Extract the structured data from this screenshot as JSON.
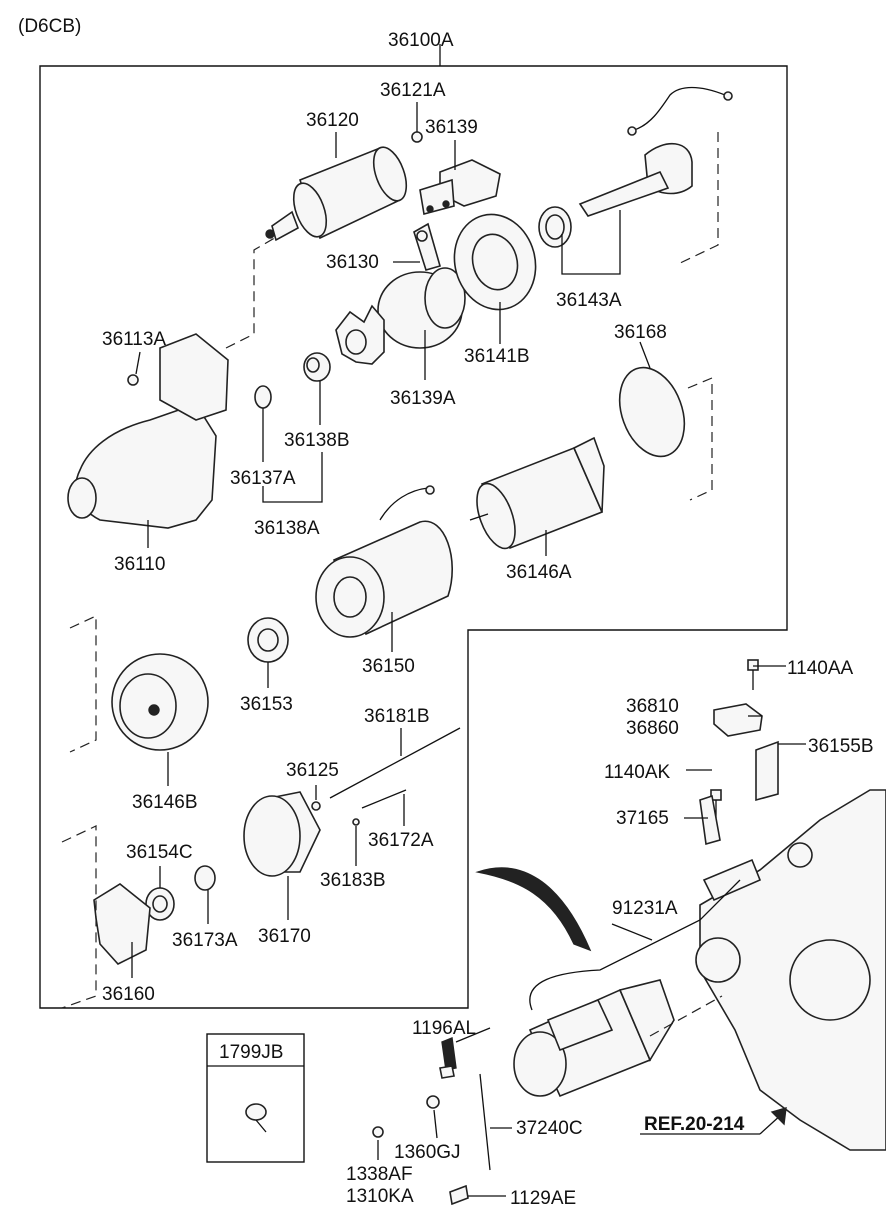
{
  "header": {
    "model_code": "(D6CB)"
  },
  "labels": {
    "p36100A": "36100A",
    "p36121A": "36121A",
    "p36120": "36120",
    "p36139": "36139",
    "p36130": "36130",
    "p36143A": "36143A",
    "p36113A": "36113A",
    "p36168": "36168",
    "p36141B": "36141B",
    "p36139A": "36139A",
    "p36138B": "36138B",
    "p36137A": "36137A",
    "p36138A": "36138A",
    "p36110": "36110",
    "p36146A": "36146A",
    "p36150": "36150",
    "p36153": "36153",
    "p36181B": "36181B",
    "p36125": "36125",
    "p36146B": "36146B",
    "p36172A": "36172A",
    "p36154C": "36154C",
    "p36183B": "36183B",
    "p36170": "36170",
    "p36173A": "36173A",
    "p36160": "36160",
    "p1140AA": "1140AA",
    "p36810": "36810",
    "p36860": "36860",
    "p36155B": "36155B",
    "p1140AK": "1140AK",
    "p37165": "37165",
    "p91231A": "91231A",
    "p1196AL": "1196AL",
    "p1799JB": "1799JB",
    "p37240C": "37240C",
    "ref": "REF.20-214",
    "p1360GJ": "1360GJ",
    "p1338AF": "1338AF",
    "p1310KA": "1310KA",
    "p1129AE": "1129AE"
  }
}
